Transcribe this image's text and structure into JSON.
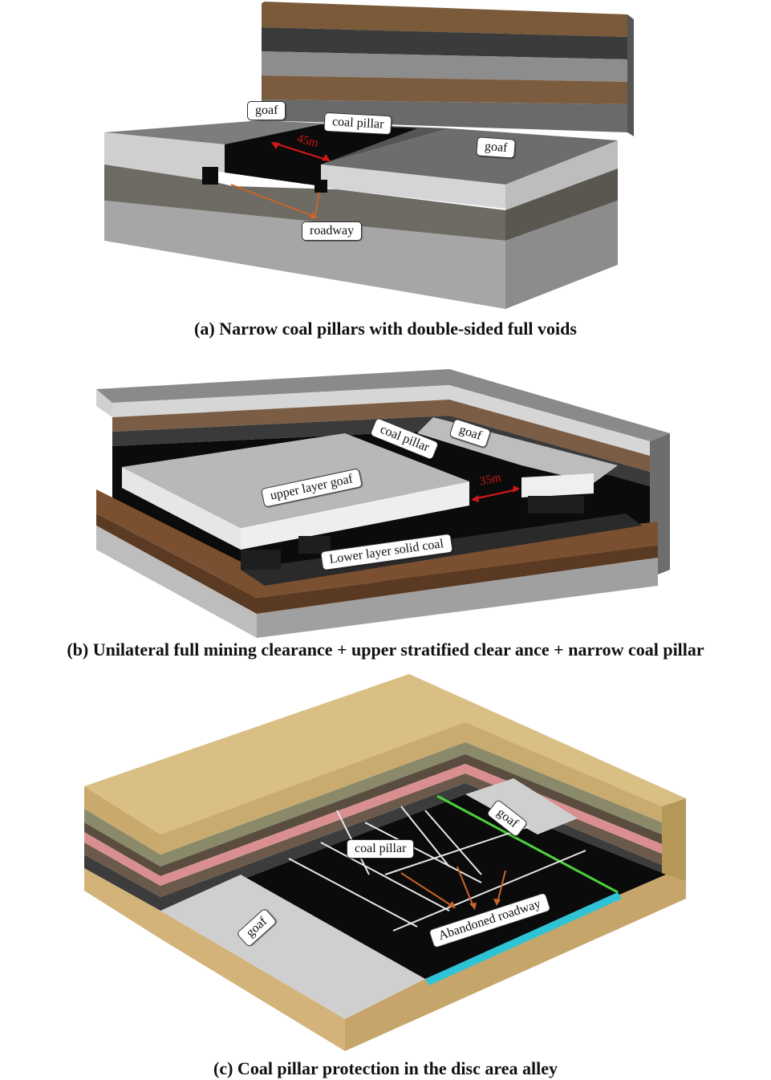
{
  "panel_a": {
    "caption": "(a) Narrow coal pillars with double-sided full voids",
    "labels": {
      "goaf_left": "goaf",
      "coal_pillar": "coal pillar",
      "goaf_right": "goaf",
      "roadway": "roadway"
    },
    "dimension": "45m"
  },
  "panel_b": {
    "caption": "(b) Unilateral full mining clearance + upper stratified clear ance + narrow coal pillar",
    "labels": {
      "coal_pillar": "coal pillar",
      "goaf": "goaf",
      "upper_goaf": "upper layer goaf",
      "lower_solid_coal": "Lower layer solid coal"
    },
    "dimension": "35m"
  },
  "panel_c": {
    "caption": "(c) Coal pillar protection in the disc area alley",
    "labels": {
      "goaf_upper": "goaf",
      "coal_pillar": "coal pillar",
      "goaf_left": "goaf",
      "abandoned_roadway": "Abandoned roadway"
    }
  },
  "colors": {
    "coal": "#0b0b0b",
    "arrow": "#c8662a",
    "dimension": "#d01818",
    "tan_rock": "#d9bf84",
    "cyan_strip": "#2fc3d6",
    "green_line": "#4bd13a"
  }
}
